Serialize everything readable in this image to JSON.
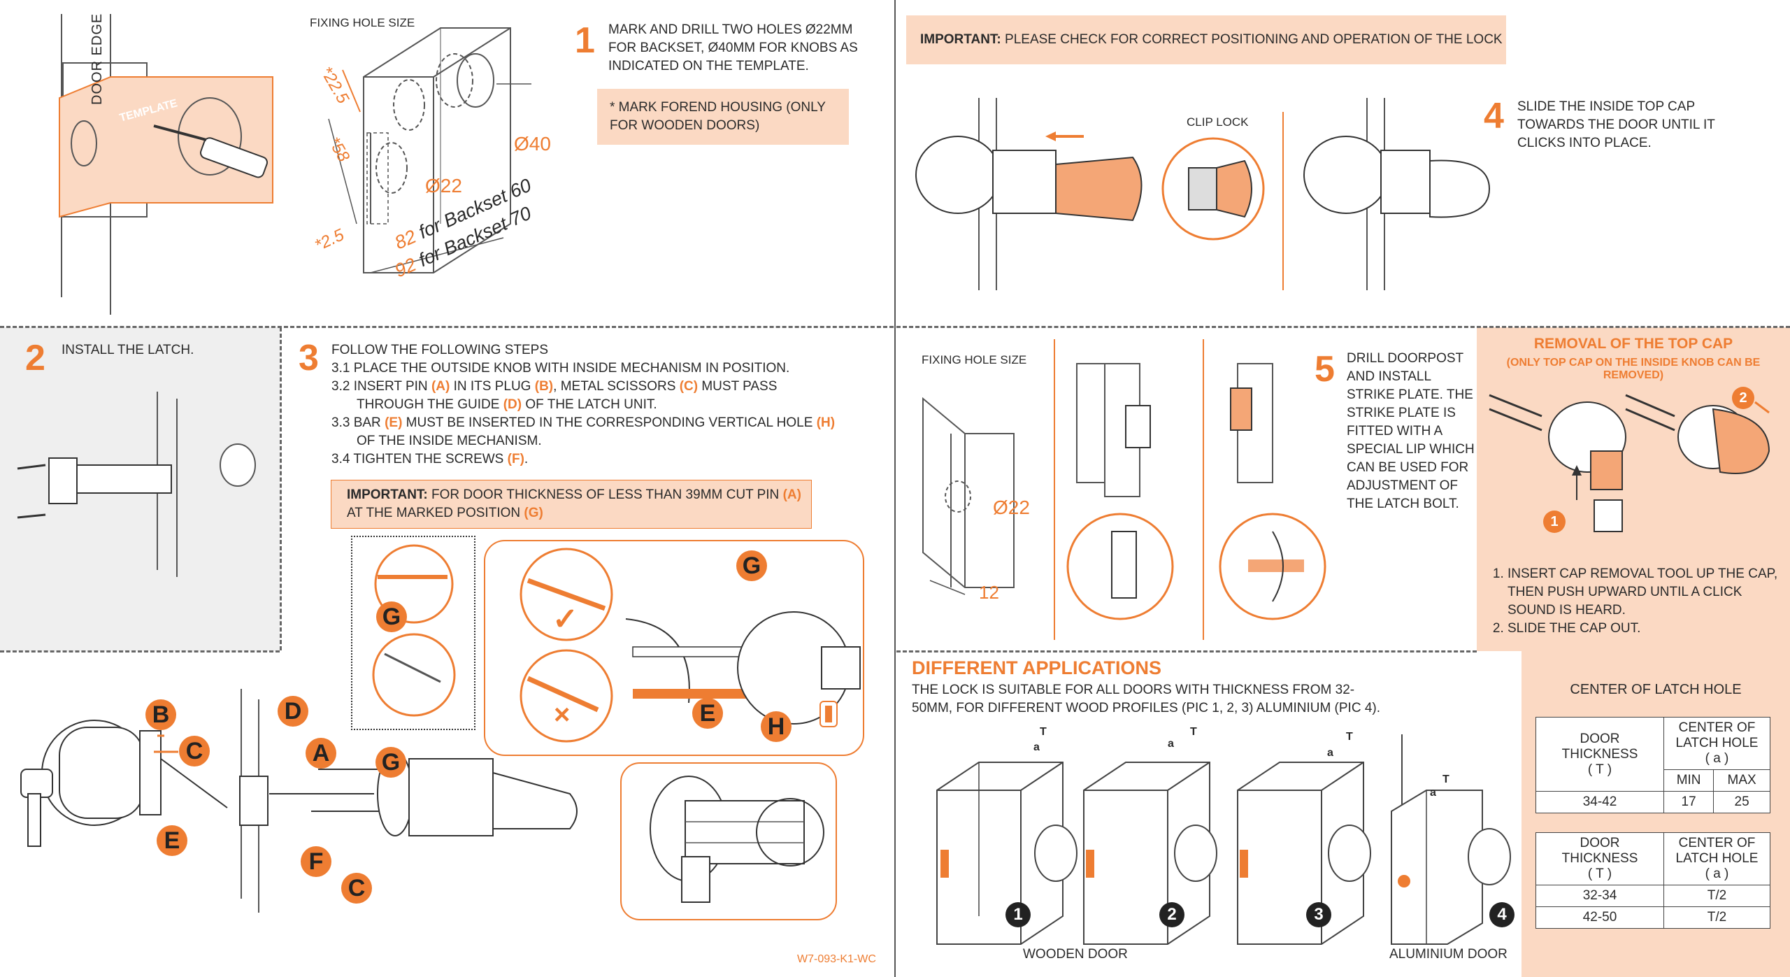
{
  "step1": {
    "fixing_hole_label": "FIXING HOLE SIZE",
    "door_edge_label": "DOOR EDGE",
    "template_label": "TEMPLATE",
    "dims": {
      "d225": "*22.5",
      "d58": "*58",
      "d25": "*2.5",
      "d22": "Ø22",
      "d40": "Ø40",
      "b60_num": "82",
      "b60_txt": "for Backset 60",
      "b70_num": "92",
      "b70_txt": "for Backset 70"
    },
    "number": "1",
    "text": "MARK AND DRILL TWO HOLES Ø22mm FOR BACKSET,  Ø40mm FOR KNOBS AS INDICATED ON THE TEMPLATE.",
    "note": "* MARK FOREND HOUSING (ONLY FOR WOODEN DOORS)"
  },
  "important_top": {
    "label": "IMPORTANT:",
    "text": "PLEASE CHECK FOR CORRECT POSITIONING AND OPERATION OF THE LOCK"
  },
  "clip_lock_label": "CLIP LOCK",
  "step4": {
    "number": "4",
    "text": "SLIDE THE INSIDE TOP CAP TOWARDS THE DOOR UNTIL IT CLICKS INTO PLACE."
  },
  "step2": {
    "number": "2",
    "text": "INSTALL THE LATCH."
  },
  "step3": {
    "number": "3",
    "title": "FOLLOW THE FOLLOWING STEPS",
    "s31_num": "3.1",
    "s31": "PLACE THE OUTSIDE KNOB WITH INSIDE MECHANISM IN POSITION.",
    "s32_num": "3.2",
    "s32a": "INSERT PIN",
    "s32_A": "(A)",
    "s32b": "IN ITS PLUG",
    "s32_B": "(B)",
    "s32c": ", METAL SCISSORS",
    "s32_C": "(C)",
    "s32d": "MUST PASS",
    "s32e": "THROUGH THE GUIDE",
    "s32_D": "(D)",
    "s32f": "OF THE LATCH UNIT.",
    "s33_num": "3.3",
    "s33a": "BAR",
    "s33_E": "(E)",
    "s33b": "MUST BE INSERTED IN THE CORRESPONDING VERTICAL HOLE",
    "s33_H": "(H)",
    "s33c": "OF THE INSIDE MECHANISM.",
    "s34_num": "3.4",
    "s34a": "TIGHTEN THE SCREWS",
    "s34_F": "(F)",
    "s34b": ".",
    "imp_label": "IMPORTANT:",
    "imp_a": "FOR DOOR THICKNESS OF LESS THAN 39mm CUT PIN",
    "imp_A": "(A)",
    "imp_b": "AT THE MARKED POSITION",
    "imp_G": "(G)"
  },
  "letters": {
    "A": "A",
    "B": "B",
    "C": "C",
    "D": "D",
    "E": "E",
    "F": "F",
    "G": "G",
    "H": "H"
  },
  "check_mark": "✓",
  "cross_mark": "×",
  "step5": {
    "fixing_hole_label": "FIXING HOLE SIZE",
    "d22": "Ø22",
    "d12": "12",
    "number": "5",
    "text": "DRILL DOORPOST AND INSTALL STRIKE PLATE. THE STRIKE PLATE IS FITTED WITH A SPECIAL LIP WHICH CAN BE USED FOR ADJUSTMENT OF THE LATCH BOLT."
  },
  "removal": {
    "title": "REMOVAL OF THE TOP CAP",
    "subtitle": "(ONLY TOP CAP ON THE INSIDE KNOB CAN BE REMOVED)",
    "badge1": "1",
    "badge2": "2",
    "steps": [
      "INSERT CAP REMOVAL TOOL UP THE CAP, THEN PUSH UPWARD UNTIL A CLICK SOUND IS HEARD.",
      "SLIDE THE CAP OUT."
    ]
  },
  "applications": {
    "title": "DIFFERENT APPLICATIONS",
    "text": "THE LOCK IS SUITABLE FOR ALL DOORS WITH THICKNESS FROM 32-50mm, FOR DIFFERENT WOOD PROFILES (PIC 1, 2, 3) ALUMINIUM (PIC 4).",
    "pics": [
      "1",
      "2",
      "3",
      "4"
    ],
    "dim_T": "T",
    "dim_a": "a",
    "wooden_label": "WOODEN DOOR",
    "aluminium_label": "ALUMINIUM DOOR"
  },
  "latch_hole": {
    "title": "CENTER OF LATCH HOLE",
    "t1": {
      "h1": "DOOR THICKNESS",
      "h1b": "( T )",
      "h2": "CENTER OF LATCH HOLE",
      "h2b": "( a )",
      "min": "MIN",
      "max": "MAX",
      "row": [
        "34-42",
        "17",
        "25"
      ]
    },
    "t2": {
      "h1": "DOOR THICKNESS",
      "h1b": "( T )",
      "h2": "CENTER OF LATCH HOLE",
      "h2b": "( a )",
      "rows": [
        [
          "32-34",
          "T/2"
        ],
        [
          "42-50",
          "T/2"
        ]
      ]
    }
  },
  "code": "W7-093-K1-WC",
  "colors": {
    "accent": "#ee7d32",
    "accent_light": "#fbd9c3",
    "panel_grey": "#efefef"
  }
}
